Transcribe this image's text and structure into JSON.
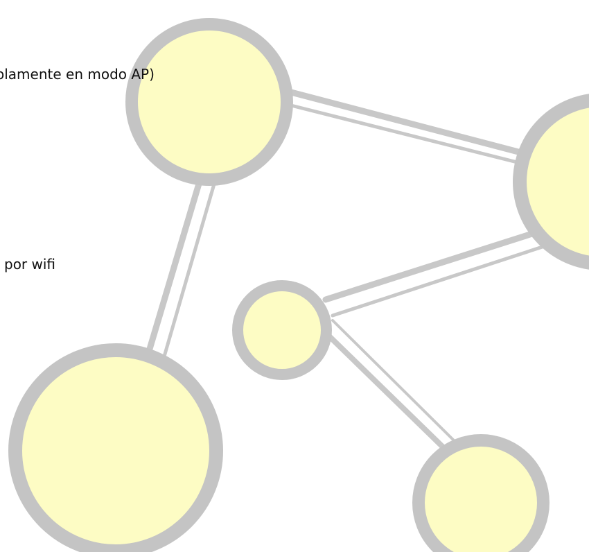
{
  "slide": {
    "lines": [
      "olamente en modo AP)",
      "por wifi"
    ]
  },
  "graphic": {
    "name": "network-nodes-graphic",
    "colors": {
      "node_fill": "#fdfcc4",
      "node_stroke": "#c4c4c4",
      "link": "#c8c8c8",
      "text": "#111111"
    }
  }
}
